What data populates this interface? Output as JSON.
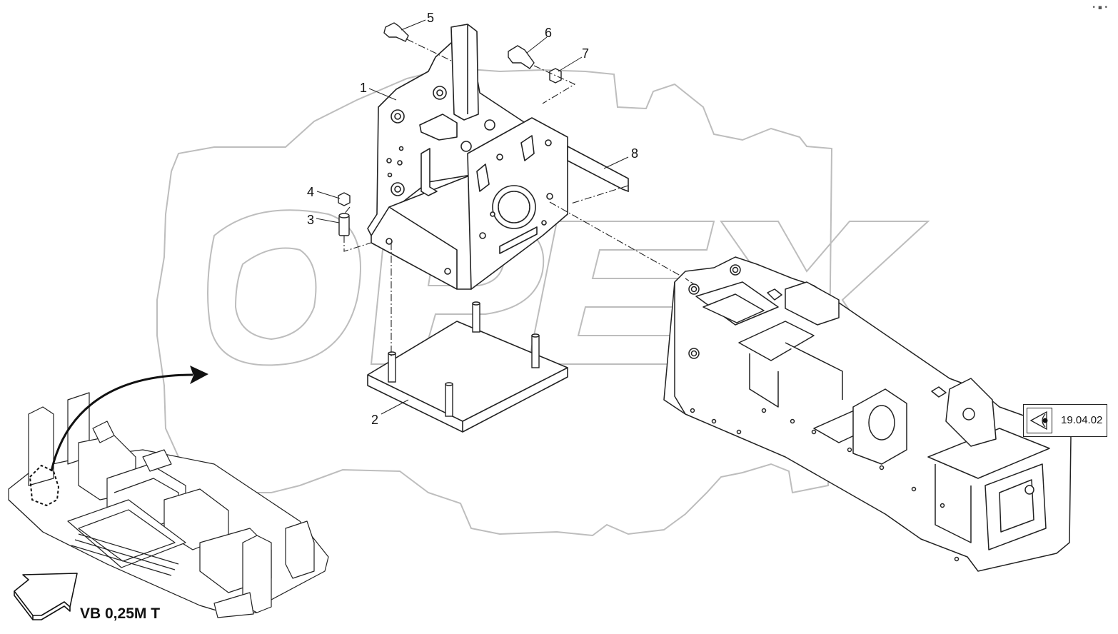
{
  "callouts": [
    {
      "id": "1",
      "label": "1"
    },
    {
      "id": "2",
      "label": "2"
    },
    {
      "id": "3",
      "label": "3"
    },
    {
      "id": "4",
      "label": "4"
    },
    {
      "id": "5",
      "label": "5"
    },
    {
      "id": "6",
      "label": "6"
    },
    {
      "id": "7",
      "label": "7"
    },
    {
      "id": "8",
      "label": "8"
    }
  ],
  "watermark": "OPEX",
  "reference": {
    "label": "19.04.02",
    "icon": "eye-icon"
  },
  "model_label": "VB 0,25M T",
  "direction_icon": "direction-arrow-icon",
  "colors": {
    "line": "#222222",
    "watermark": "#bdbdbd",
    "background": "#ffffff"
  }
}
